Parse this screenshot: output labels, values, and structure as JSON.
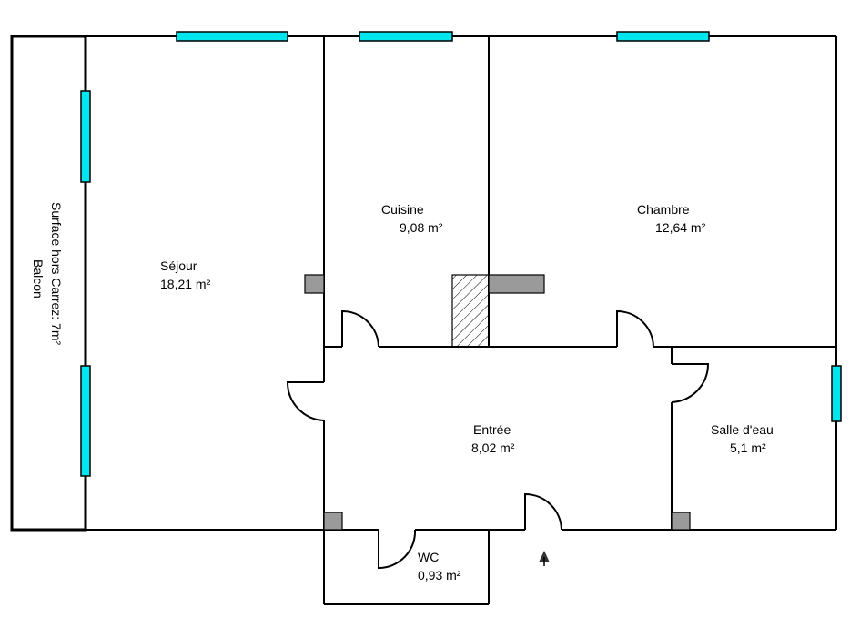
{
  "rooms": {
    "sejour": {
      "name": "Séjour",
      "area": "18,21  m²"
    },
    "cuisine": {
      "name": "Cuisine",
      "area": "9,08  m²"
    },
    "chambre": {
      "name": "Chambre",
      "area": "12,64  m²"
    },
    "entree": {
      "name": "Entrée",
      "area": "8,02  m²"
    },
    "salle_eau": {
      "name": "Salle d'eau",
      "area": "5,1  m²"
    },
    "wc": {
      "name": "WC",
      "area": "0,93  m²"
    }
  },
  "balcony": {
    "line1": "Surface hors Carrez: 7m²",
    "line2": "Balcon"
  },
  "colors": {
    "wall": "#000000",
    "window": "#00e5ee",
    "pillar": "#9a9a9a"
  },
  "icons": {
    "north_arrow": "north-arrow-icon"
  }
}
